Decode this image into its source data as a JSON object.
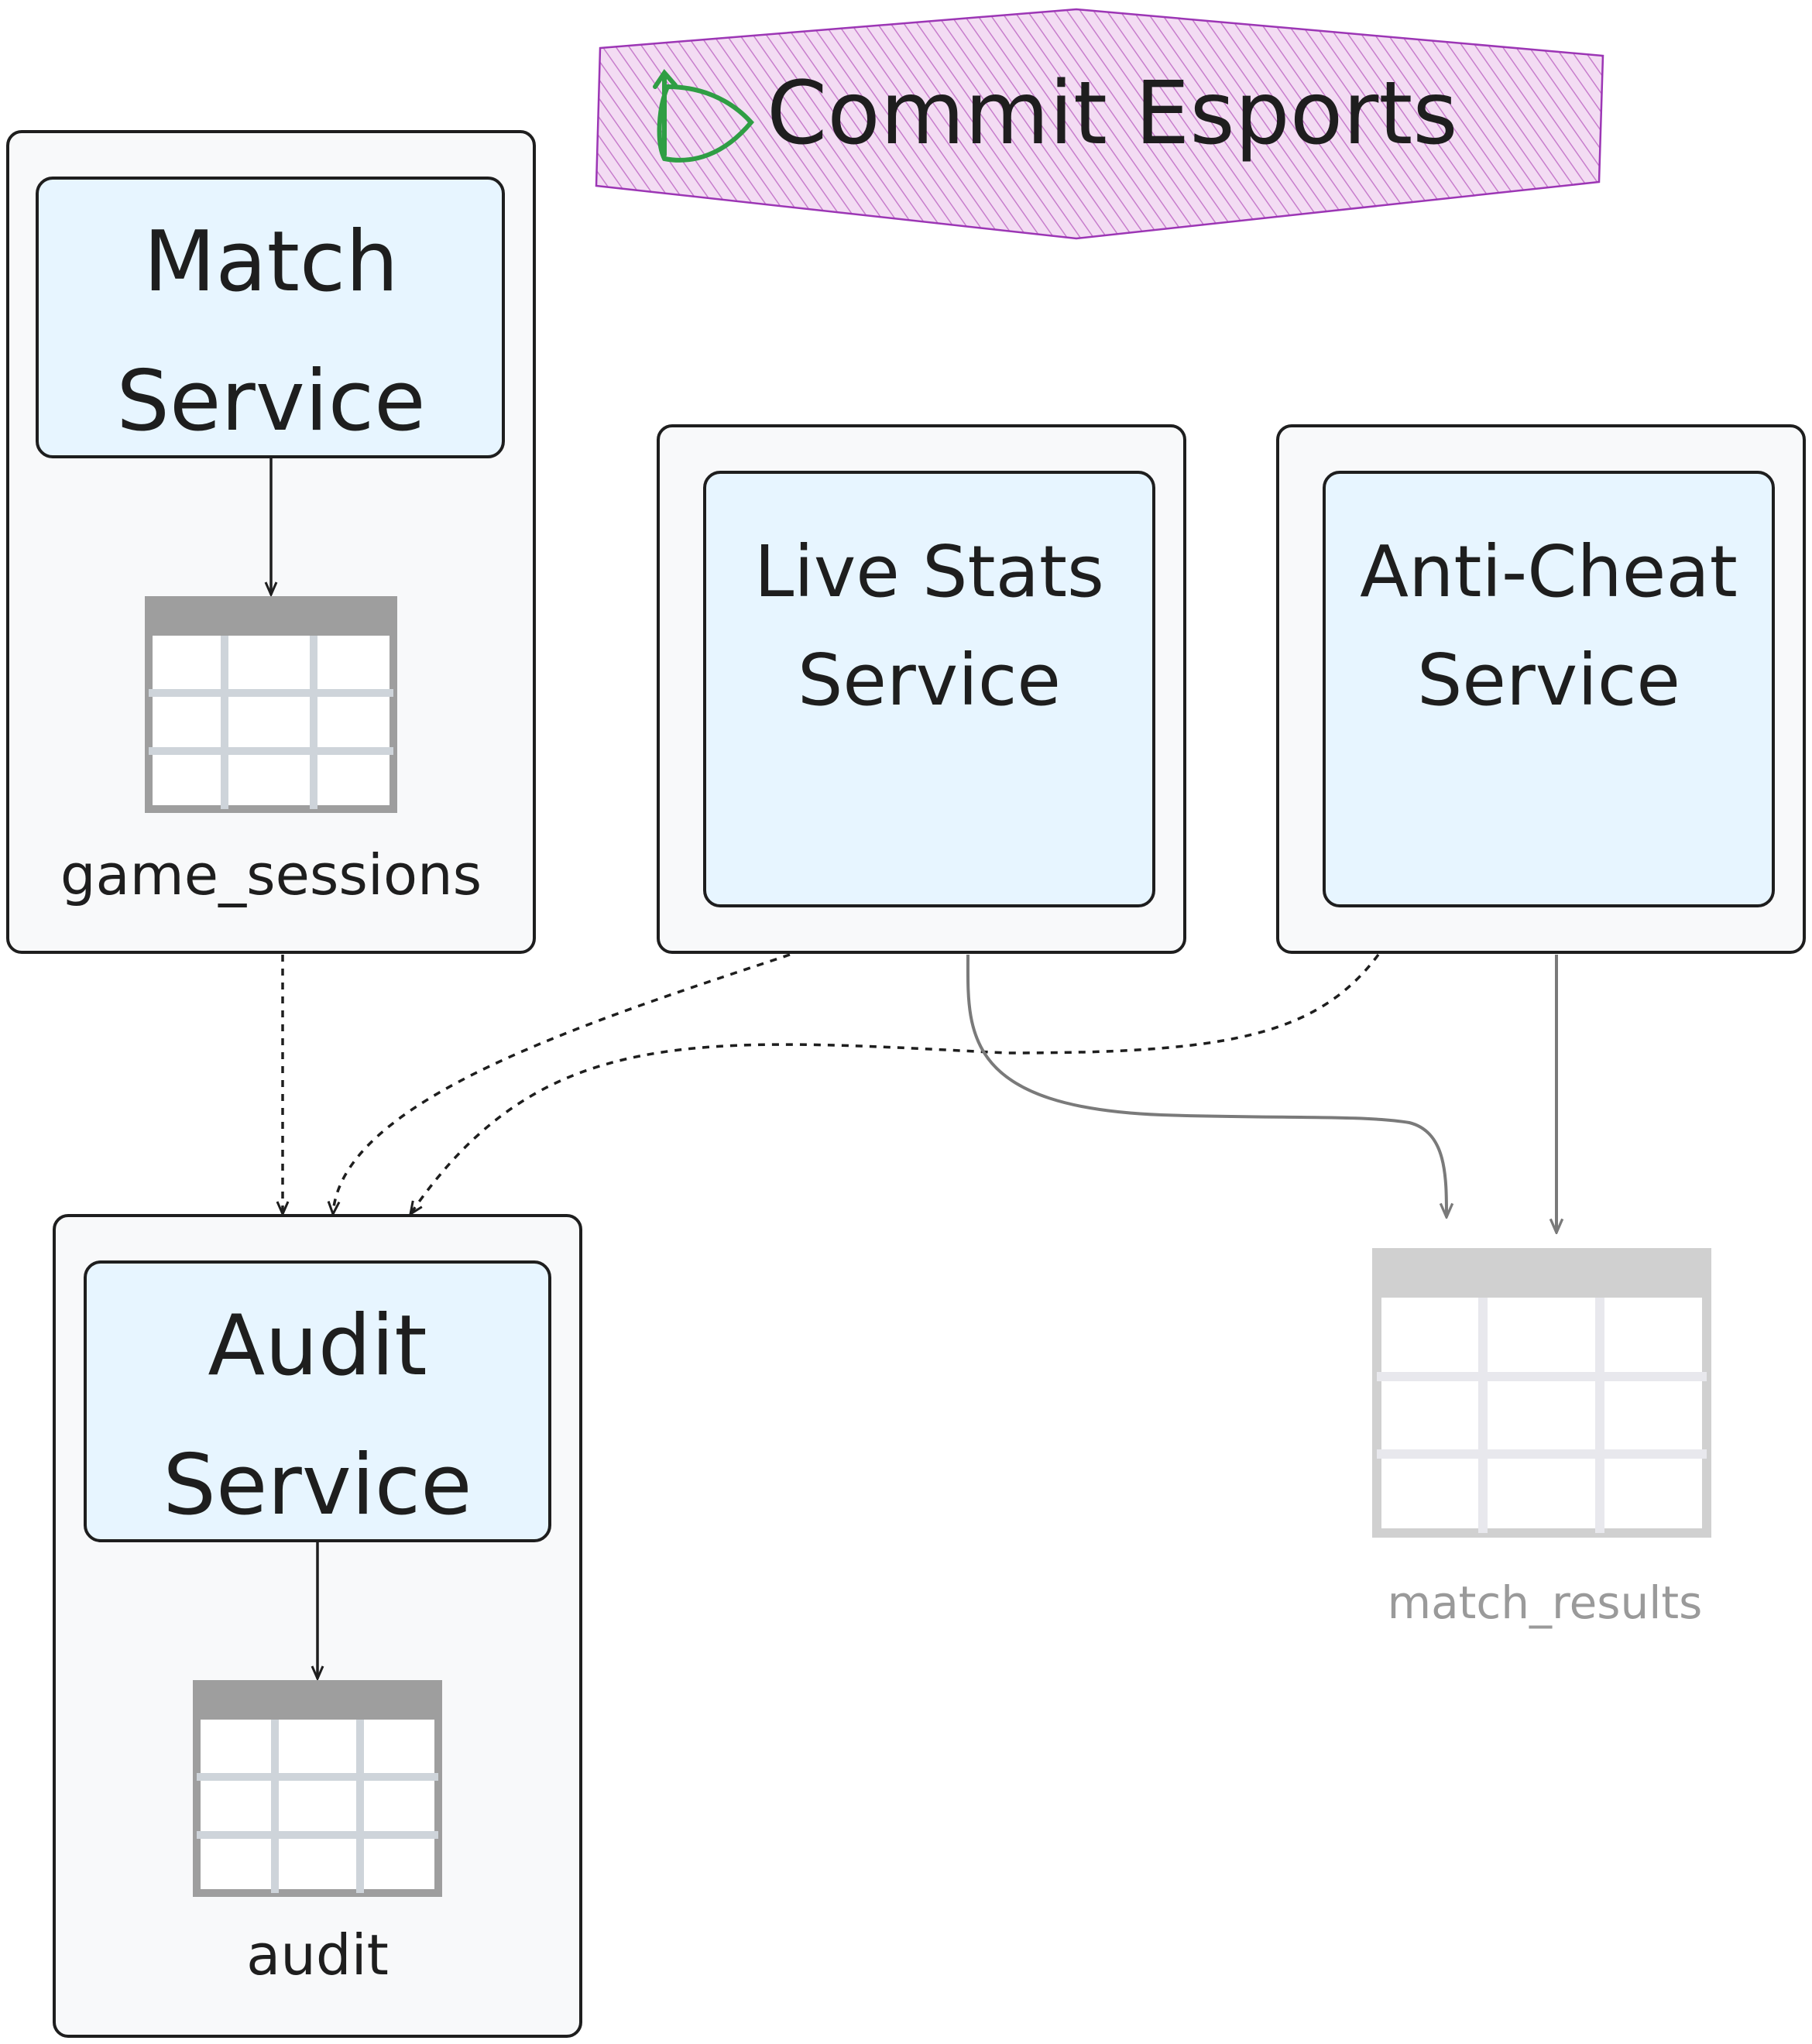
{
  "header": {
    "title": "Commit Esports"
  },
  "services": [
    {
      "id": "match",
      "lines": [
        "Match",
        "Service"
      ]
    },
    {
      "id": "live_stats",
      "lines": [
        "Live Stats",
        "Service"
      ]
    },
    {
      "id": "anti_cheat",
      "lines": [
        "Anti-Cheat",
        "Service"
      ]
    },
    {
      "id": "audit",
      "lines": [
        "Audit",
        "Service"
      ]
    }
  ],
  "tables": [
    {
      "id": "game_sessions",
      "label": "game_sessions"
    },
    {
      "id": "audit",
      "label": "audit"
    },
    {
      "id": "match_results",
      "label": "match_results"
    }
  ],
  "colors": {
    "service_fill": "#e7f5ff",
    "container_fill": "#f8f9fa",
    "stroke": "#1e1e1e",
    "title_fill": "#e8b8e8",
    "title_stroke": "#9c36b5",
    "logo_stroke": "#2f9e44",
    "table_header": "#9e9e9e",
    "table_grid": "#ced4da",
    "faded": "#bdbdbd"
  }
}
